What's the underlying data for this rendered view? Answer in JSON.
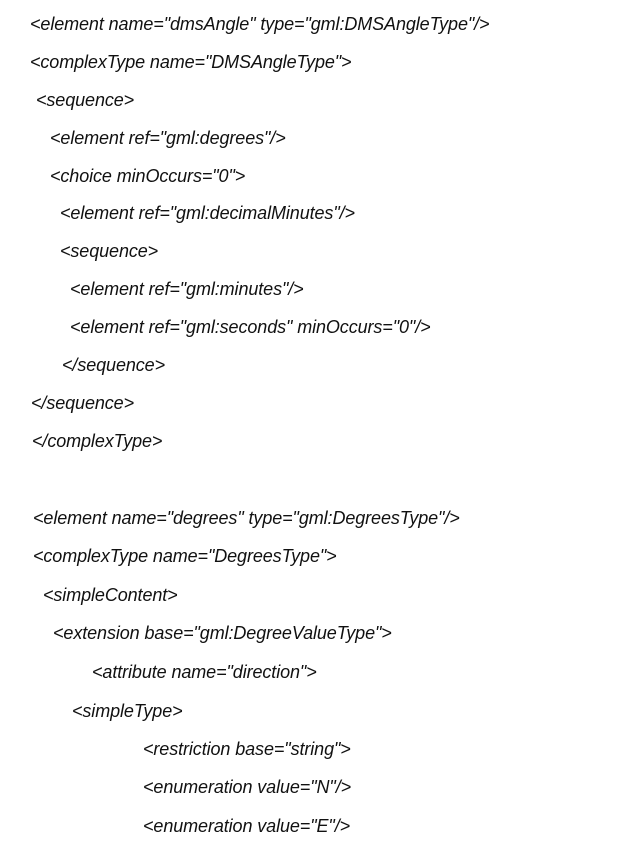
{
  "lines": [
    "<element name=\"dmsAngle\" type=\"gml:DMSAngleType\"/>",
    "<complexType name=\"DMSAngleType\">",
    "<sequence>",
    "<element ref=\"gml:degrees\"/>",
    "<choice minOccurs=\"0\">",
    "<element ref=\"gml:decimalMinutes\"/>",
    "<sequence>",
    "<element ref=\"gml:minutes\"/>",
    "<element ref=\"gml:seconds\" minOccurs=\"0\"/>",
    "</sequence>",
    "</sequence>",
    "</complexType>",
    "<element name=\"degrees\" type=\"gml:DegreesType\"/>",
    "<complexType name=\"DegreesType\">",
    "<simpleContent>",
    "<extension base=\"gml:DegreeValueType\">",
    "<attribute name=\"direction\">",
    "<simpleType>",
    "<restriction base=\"string\">",
    "<enumeration value=\"N\"/>",
    "<enumeration value=\"E\"/>"
  ]
}
